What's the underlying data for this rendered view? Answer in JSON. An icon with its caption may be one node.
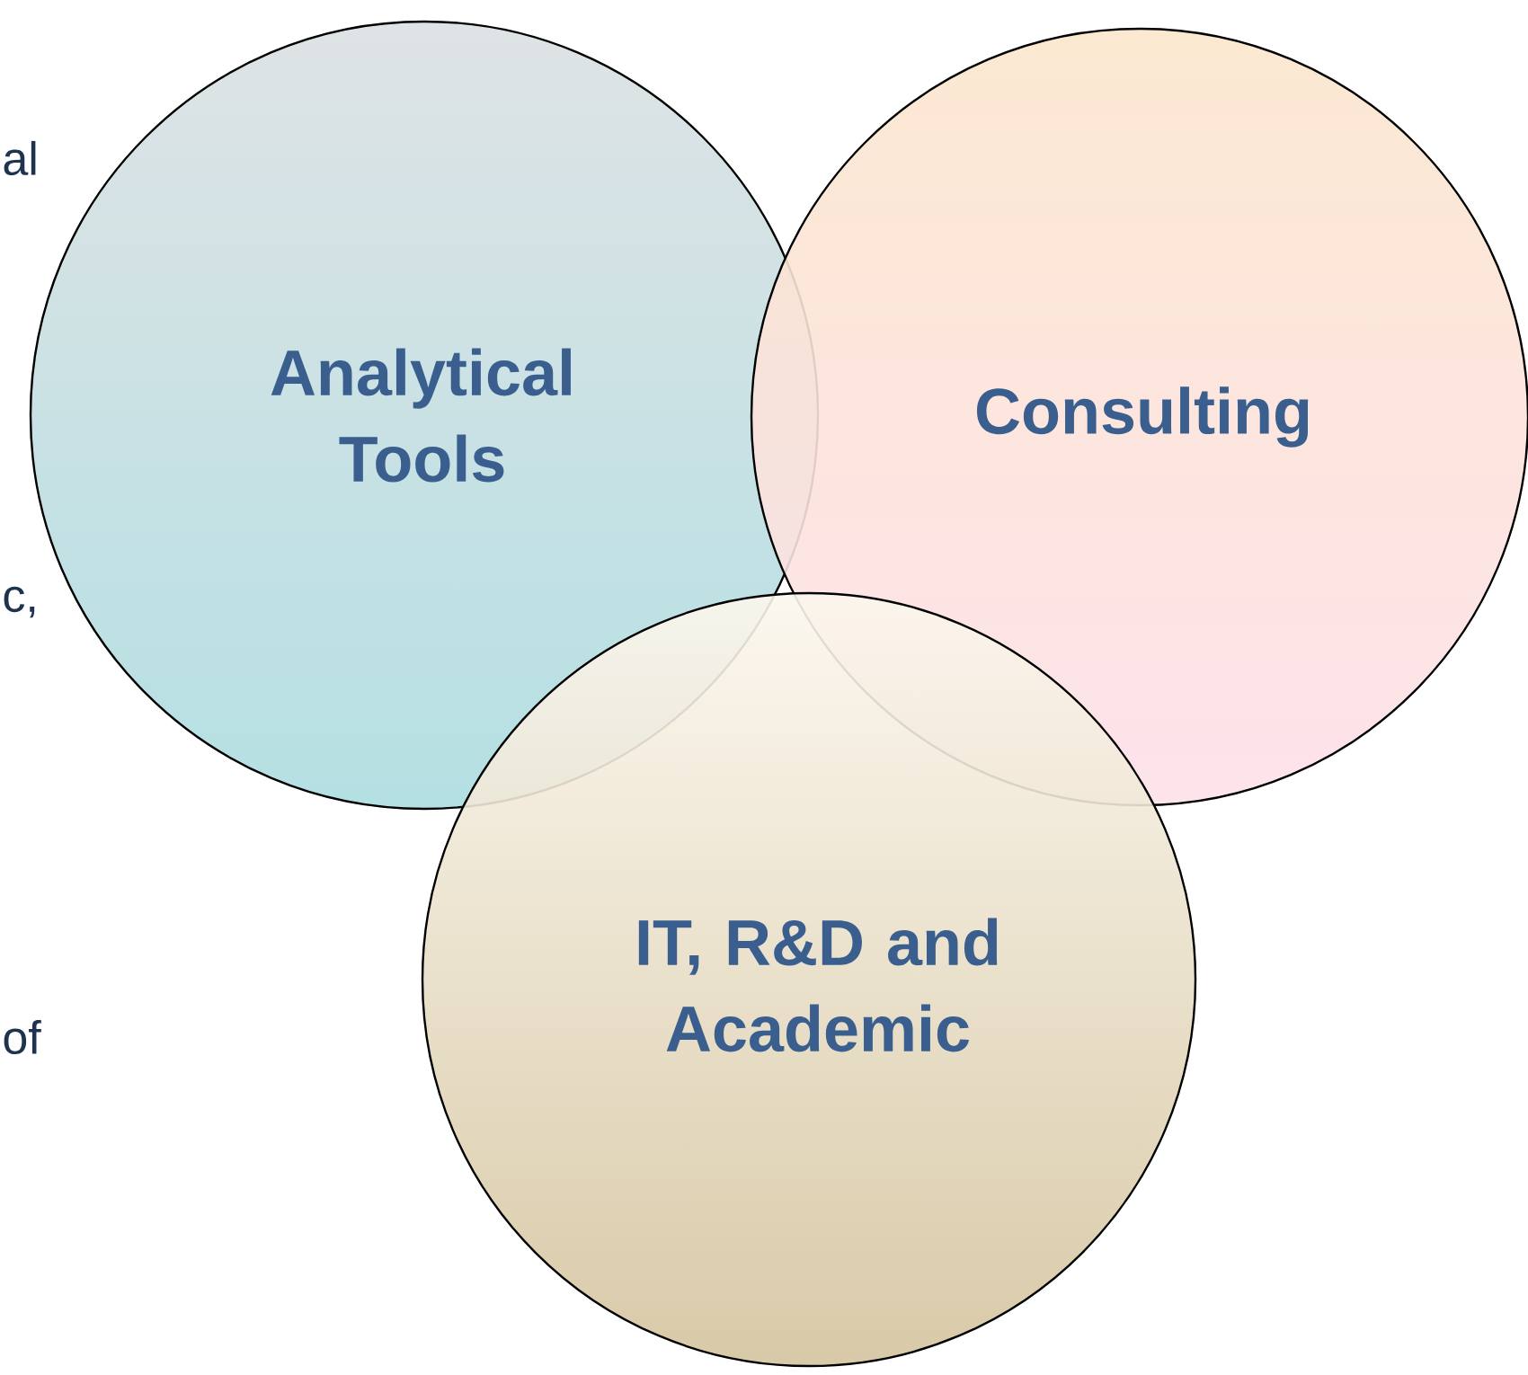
{
  "diagram": {
    "nodes": [
      {
        "text": [
          "Analytical Tools"
        ]
      },
      {
        "text": [
          "Consulting"
        ]
      },
      {
        "text": [
          "IT, R&D and Academic"
        ]
      }
    ],
    "labels": [
      "al",
      "c,",
      "of"
    ]
  }
}
